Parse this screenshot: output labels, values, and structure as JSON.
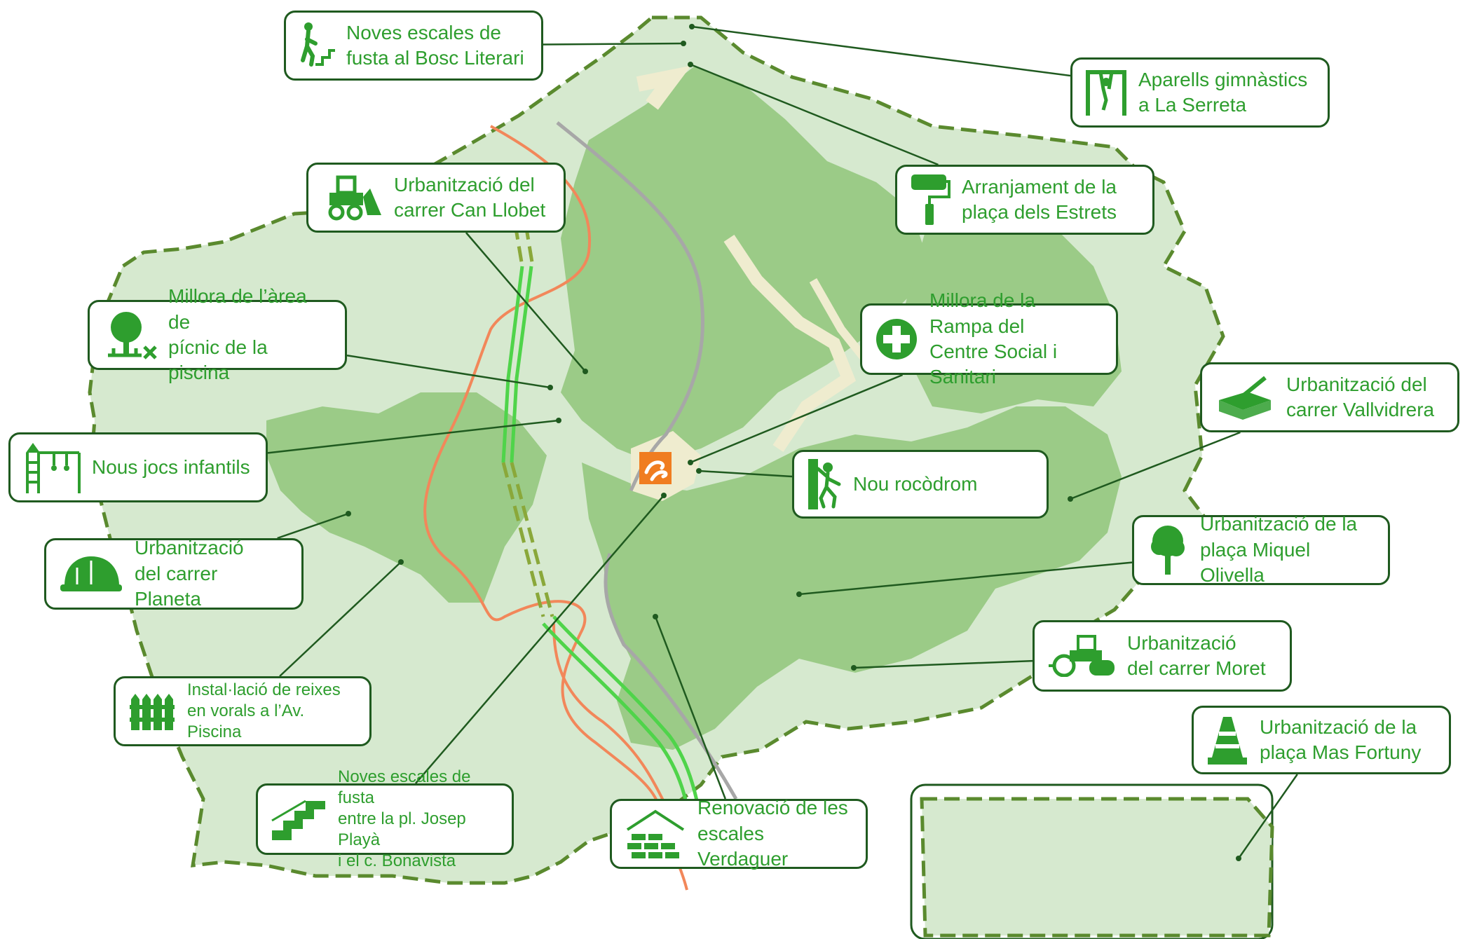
{
  "colors": {
    "accent": "#2e9e2e",
    "border": "#1f5a1f",
    "zone_light": "#d6e9cf",
    "zone_mid": "#9bcb87",
    "path_beige": "#efeccf",
    "road_orange": "#f2875a",
    "rail_green": "#4fd44a",
    "rail_dashed": "#8aa83a",
    "track_grey": "#a7a7a7",
    "logo_orange": "#f07d20"
  },
  "callouts": [
    {
      "id": "bosc-literari",
      "icon": "stairs-walker-icon",
      "label": "Noves escales de\nfusta al Bosc Literari"
    },
    {
      "id": "la-serreta",
      "icon": "gym-bars-icon",
      "label": "Aparells gimnàstics\na La Serreta"
    },
    {
      "id": "can-llobet",
      "icon": "bulldozer-icon",
      "label": "Urbanització del\ncarrer Can Llobet"
    },
    {
      "id": "estrets",
      "icon": "paint-roller-icon",
      "label": "Arranjament de la\nplaça dels Estrets"
    },
    {
      "id": "picnic",
      "icon": "tree-picnic-icon",
      "label": "Millora de l’àrea de\npícnic de la piscina"
    },
    {
      "id": "rampa",
      "icon": "medical-cross-icon",
      "label": "Millora de la Rampa del\nCentre Social i Sanitari"
    },
    {
      "id": "vallvidrera",
      "icon": "trowel-brick-icon",
      "label": "Urbanització del\ncarrer Vallvidrera"
    },
    {
      "id": "jocs",
      "icon": "playground-icon",
      "label": "Nous jocs infantils"
    },
    {
      "id": "rocodrom",
      "icon": "climber-icon",
      "label": "Nou rocòdrom"
    },
    {
      "id": "miquel-olivella",
      "icon": "tree-icon",
      "label": "Urbanització de la\nplaça Miquel Olivella"
    },
    {
      "id": "planeta",
      "icon": "helmet-icon",
      "label": "Urbanització\ndel carrer Planeta"
    },
    {
      "id": "moret",
      "icon": "road-roller-icon",
      "label": "Urbanització\ndel carrer Moret"
    },
    {
      "id": "reixes",
      "icon": "fence-icon",
      "label": "Instal·lació de reixes\nen vorals a l’Av. Piscina"
    },
    {
      "id": "mas-fortuny",
      "icon": "traffic-cone-icon",
      "label": "Urbanització de la\nplaça Mas Fortuny"
    },
    {
      "id": "josep-playa",
      "icon": "staircase-icon",
      "label": "Noves escales de fusta\nentre la pl. Josep Playà\ni el c. Bonavista"
    },
    {
      "id": "verdaguer",
      "icon": "brick-stairs-icon",
      "label": "Renovació de les\nescales Verdaguer"
    }
  ]
}
